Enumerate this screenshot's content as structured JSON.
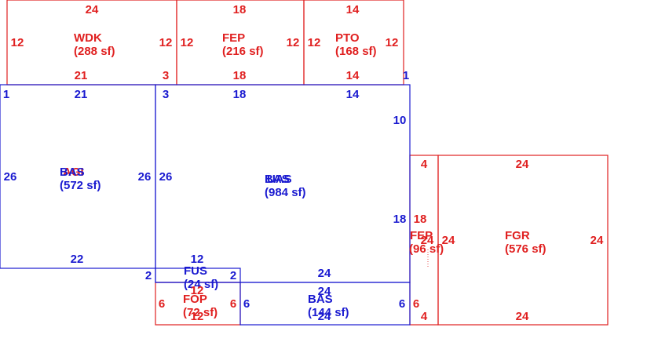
{
  "colors": {
    "red": "#e02020",
    "blue": "#1a1ad0",
    "background": "#ffffff"
  },
  "areas": {
    "wdk": {
      "code": "WDK",
      "area": "(288 sf)",
      "top": "24",
      "left": "12",
      "right": "12",
      "bottom": "21",
      "bottom_right": "3"
    },
    "fep_top": {
      "code": "FEP",
      "area": "(216 sf)",
      "top": "18",
      "left": "12",
      "right": "12",
      "bottom": "18"
    },
    "pto": {
      "code": "PTO",
      "area": "(168 sf)",
      "top": "14",
      "left": "12",
      "right": "12",
      "bottom": "14",
      "bottom_right": "1"
    },
    "bas_left": {
      "code": "BAS",
      "overlay_code": "AGI",
      "area": "(572 sf)",
      "top_left": "1",
      "top": "21",
      "top_right": "3",
      "left": "26",
      "right": "26",
      "bottom": "22",
      "bottom_right": "2"
    },
    "bas_main": {
      "code": "BAS",
      "overlay_code": "UAS",
      "area": "(984 sf)",
      "top": "18",
      "top_right": "14",
      "right_upper": "10",
      "right_lower": "18",
      "left": "26",
      "bottom": "24"
    },
    "fus": {
      "code": "FUS",
      "area": "(24 sf)",
      "top": "12",
      "right": "2",
      "inner": "12"
    },
    "fop": {
      "code": "FOP",
      "area": "(72 sf)",
      "left": "6",
      "right": "6",
      "bottom": "12"
    },
    "bas_small": {
      "code": "BAS",
      "area": "(144 sf)",
      "top": "24",
      "left": "6",
      "right": "6",
      "bottom": "24"
    },
    "fep_right": {
      "code": "FEP",
      "area": "(96 sf)",
      "top": "4",
      "left": "18",
      "right": "24",
      "right_mid": "24",
      "bottom": "4",
      "left_lower": "6"
    },
    "fgr": {
      "code": "FGR",
      "area": "(576 sf)",
      "top": "24",
      "left": "24",
      "right": "24",
      "bottom": "24"
    }
  }
}
